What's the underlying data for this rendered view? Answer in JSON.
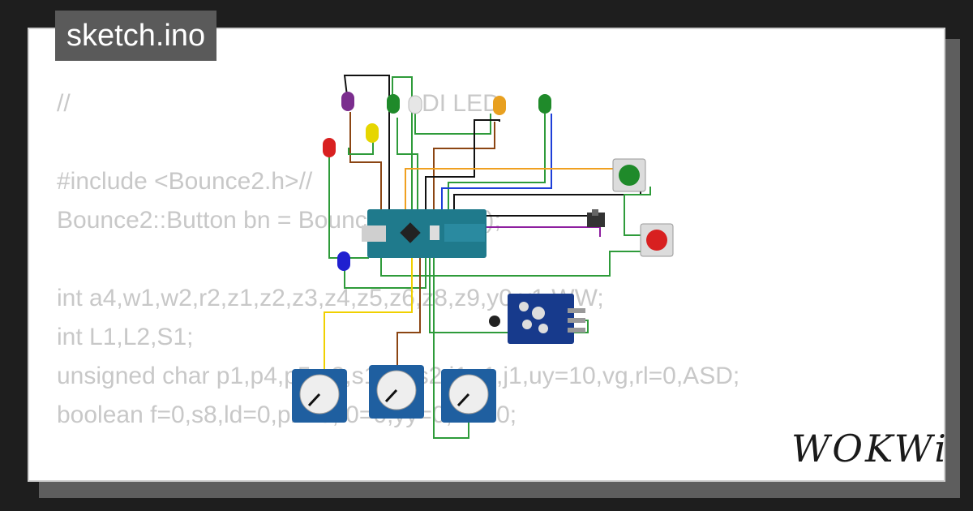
{
  "header": {
    "file_name": "sketch.ino"
  },
  "code_lines": [
    "//                                                    DI LED",
    "",
    "#include <Bounce2.h>//",
    "Bounce2::Button bn = Bounce2::Button();",
    "",
    "int a4,w1,w2,r2,z1,z2,z3,z4,z5,z6,z8,z9,y0,y1,WW;",
    "int L1,L2,S1;",
    "unsigned char p1,p4,p5,p3,s1,s1,s2,i1,r1,j1,uy=10,vg,rl=0,ASD;",
    "boolean f=0,s8,ld=0,p2=0,f0=0,yy=0,LE=0;",
    "",
    "// ---- "
  ],
  "brand": {
    "logo_text": "WOKWi"
  },
  "colors": {
    "background": "#1e1e1e",
    "card": "#ffffff",
    "code_text": "#c8c8c8",
    "title_bg": "#5a5a5a",
    "board": "#1f7a8c"
  }
}
